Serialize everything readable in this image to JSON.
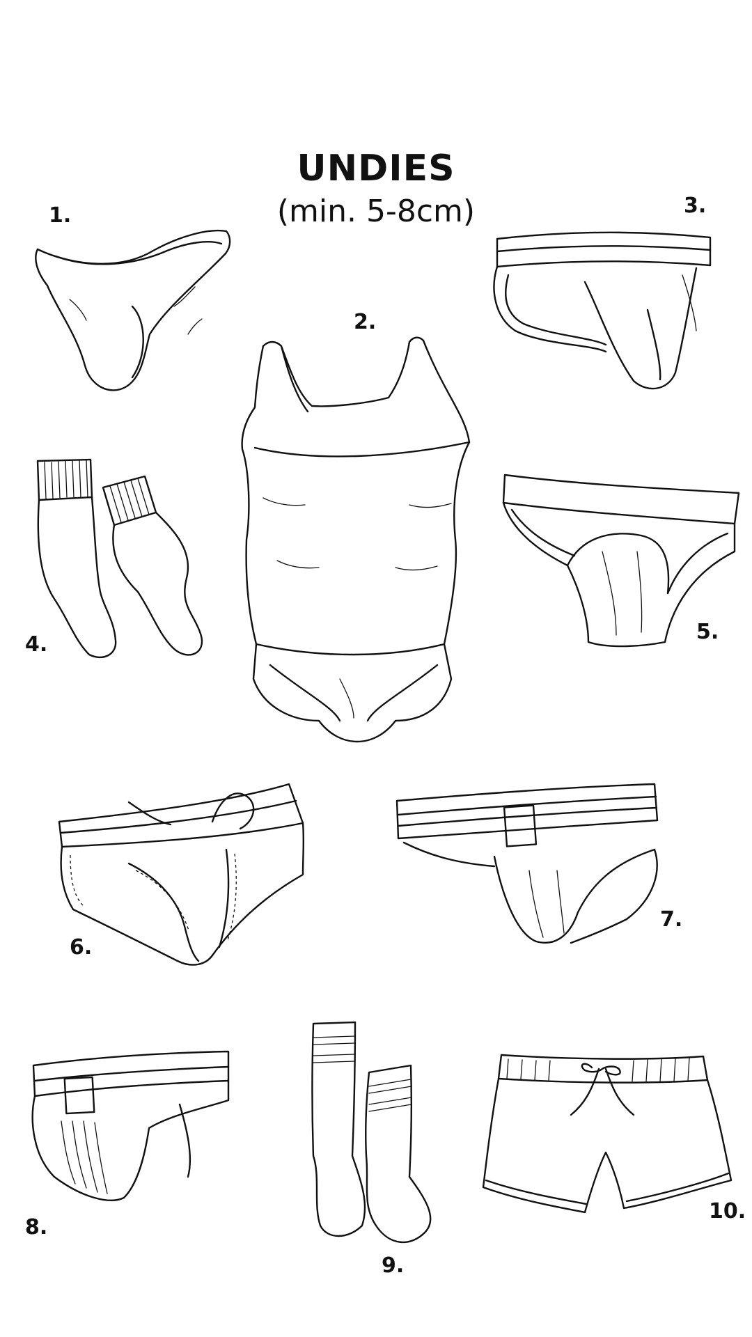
{
  "header": {
    "title": "UNDIES",
    "subtitle": "(min. 5-8cm)"
  },
  "items": [
    {
      "number": "1.",
      "icon": "brief-pouch-icon"
    },
    {
      "number": "2.",
      "icon": "tank-top-and-brief-icon"
    },
    {
      "number": "3.",
      "icon": "jockstrap-icon"
    },
    {
      "number": "4.",
      "icon": "socks-icon"
    },
    {
      "number": "5.",
      "icon": "briefs-icon"
    },
    {
      "number": "6.",
      "icon": "swim-briefs-icon"
    },
    {
      "number": "7.",
      "icon": "jockstrap-with-tag-icon"
    },
    {
      "number": "8.",
      "icon": "jock-with-tag-icon"
    },
    {
      "number": "9.",
      "icon": "striped-socks-icon"
    },
    {
      "number": "10.",
      "icon": "running-shorts-icon"
    }
  ],
  "colors": {
    "background": "#ffffff",
    "ink": "#111111"
  }
}
